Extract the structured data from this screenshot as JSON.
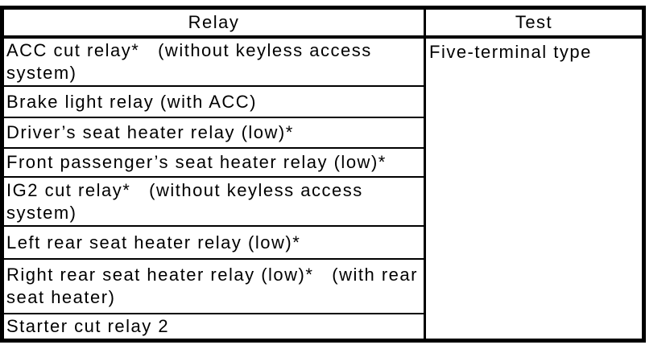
{
  "table": {
    "headers": {
      "relay": "Relay",
      "test": "Test"
    },
    "rows": [
      {
        "relay": "ACC cut relay*   (without keyless access system)"
      },
      {
        "relay": "Brake light relay (with ACC)"
      },
      {
        "relay": "Driver’s seat heater relay (low)*"
      },
      {
        "relay": "Front passenger’s seat heater relay (low)*"
      },
      {
        "relay": "IG2 cut relay*   (without keyless access system)"
      },
      {
        "relay": "Left rear seat heater relay (low)*"
      },
      {
        "relay": "Right rear seat heater relay (low)*   (with rear seat heater)"
      },
      {
        "relay": "Starter cut relay 2"
      }
    ],
    "test_value": "Five-terminal type"
  },
  "colors": {
    "border": "#000000",
    "background": "#ffffff",
    "text": "#000000"
  }
}
